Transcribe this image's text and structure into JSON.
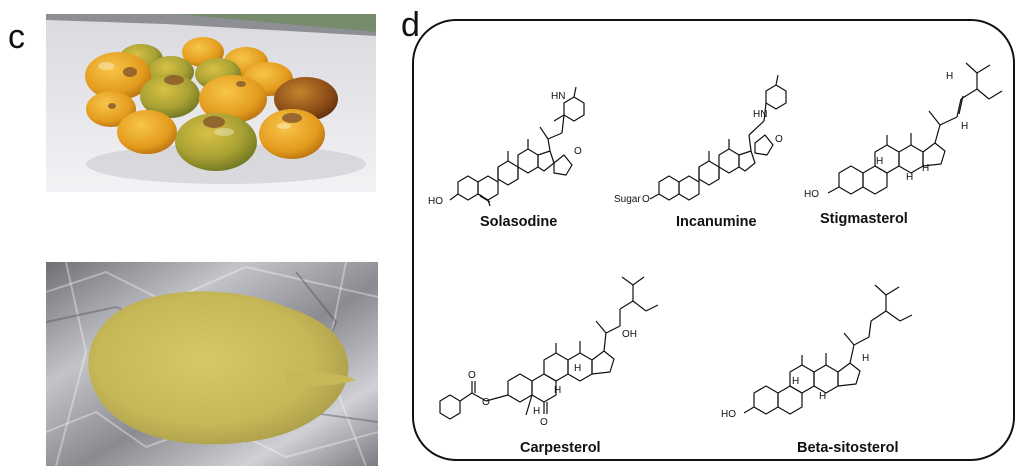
{
  "panels": {
    "c": {
      "letter": "c"
    },
    "d": {
      "letter": "d"
    }
  },
  "compounds": {
    "solasodine": {
      "name": "Solasodine"
    },
    "incanumine": {
      "name": "Incanumine"
    },
    "stigmasterol": {
      "name": "Stigmasterol"
    },
    "carpesterol": {
      "name": "Carpesterol"
    },
    "beta_sitosterol": {
      "name": "Beta-sitosterol"
    }
  },
  "atom_labels": {
    "ho": "HO",
    "hn": "HN",
    "o": "O",
    "h": "H",
    "oh": "OH",
    "sugar_o": "Sugar",
    "o_ring": "O"
  },
  "colors": {
    "fruit_yellow": "#e9a321",
    "fruit_green": "#9aa53a",
    "powder": "#c8b95a",
    "foil": "#a7a8ad"
  }
}
